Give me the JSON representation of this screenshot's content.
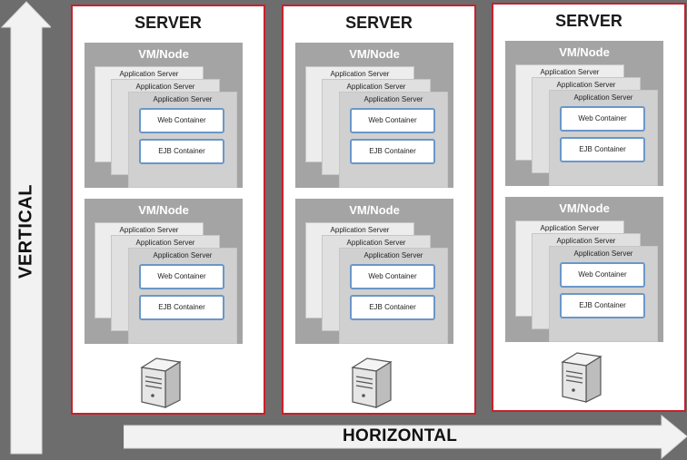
{
  "axes": {
    "vertical_label": "VERTICAL",
    "horizontal_label": "HORIZONTAL"
  },
  "servers": [
    {
      "title": "SERVER",
      "vms": [
        {
          "title": "VM/Node",
          "app_servers": [
            "Application Server",
            "Application Server",
            "Application Server"
          ],
          "containers": [
            "Web Container",
            "EJB Container"
          ]
        },
        {
          "title": "VM/Node",
          "app_servers": [
            "Application Server",
            "Application Server",
            "Application Server"
          ],
          "containers": [
            "Web Container",
            "EJB Container"
          ]
        }
      ],
      "icon": "server-tower-icon"
    },
    {
      "title": "SERVER",
      "vms": [
        {
          "title": "VM/Node",
          "app_servers": [
            "Application Server",
            "Application Server",
            "Application Server"
          ],
          "containers": [
            "Web Container",
            "EJB Container"
          ]
        },
        {
          "title": "VM/Node",
          "app_servers": [
            "Application Server",
            "Application Server",
            "Application Server"
          ],
          "containers": [
            "Web Container",
            "EJB Container"
          ]
        }
      ],
      "icon": "server-tower-icon"
    },
    {
      "title": "SERVER",
      "vms": [
        {
          "title": "VM/Node",
          "app_servers": [
            "Application Server",
            "Application Server",
            "Application Server"
          ],
          "containers": [
            "Web Container",
            "EJB Container"
          ]
        },
        {
          "title": "VM/Node",
          "app_servers": [
            "Application Server",
            "Application Server",
            "Application Server"
          ],
          "containers": [
            "Web Container",
            "EJB Container"
          ]
        }
      ],
      "icon": "server-tower-icon"
    }
  ],
  "colors": {
    "background": "#6d6d6d",
    "server_border": "#c8202b",
    "vm_fill": "#a4a4a4",
    "container_border": "#6a97c9"
  }
}
